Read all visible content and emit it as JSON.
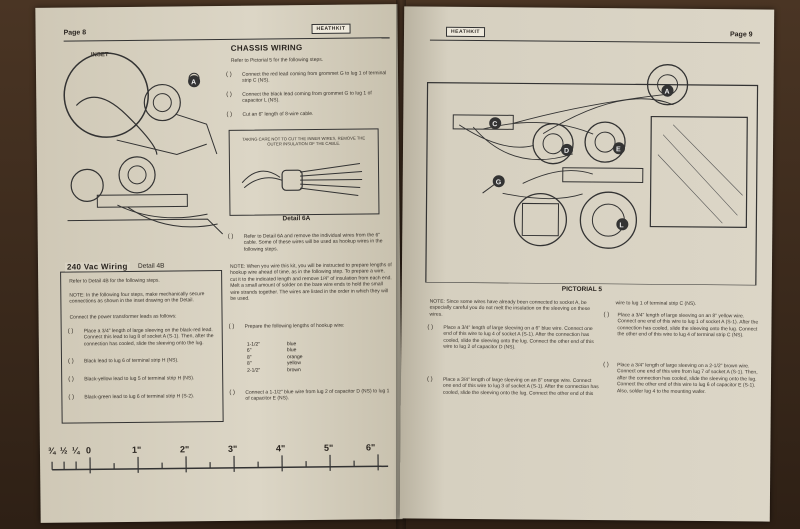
{
  "left_page": {
    "page_number": "Page 8",
    "brand": "HEATHKIT",
    "chassis_heading": "CHASSIS WIRING",
    "intro": "Refer to Pictorial 5 for the following steps.",
    "steps": [
      {
        "mark": "( )",
        "text": "Connect the red lead coming from grommet G to lug 1 of terminal strip C (NS)."
      },
      {
        "mark": "( )",
        "text": "Connect the black lead coming from grommet G to lug 1 of capacitor L (NS)."
      },
      {
        "mark": "( )",
        "text": "Cut an 6\" length of 8-wire cable."
      }
    ],
    "detail_6a_note": "TAKING CARE NOT TO CUT THE INNER WIRES, REMOVE THE OUTER INSULATION OF THE CABLE.",
    "detail_6a_caption": "Detail 6A",
    "detail_4b_caption": "Detail 4B",
    "inset_label": "INSET",
    "steps2": [
      {
        "mark": "( )",
        "text": "Refer to Detail 6A and remove the individual wires from the 6\" cable. Some of these wires will be used as hookup wires in the following steps."
      }
    ],
    "note_hookup": "NOTE: When you wire this kit, you will be instructed to prepare lengths of hookup wire ahead of time, as in the following step. To prepare a wire, cut it to the indicated length and remove 1/4\" of insulation from each end. Melt a small amount of solder on the bare wire ends to hold the small wire strands together. The wires are listed in the order in which they will be used.",
    "prepare_step": {
      "mark": "( )",
      "text": "Prepare the following lengths of hookup wire:"
    },
    "wire_lengths": [
      {
        "length": "1-1/2\"",
        "color": "blue"
      },
      {
        "length": "6\"",
        "color": "blue"
      },
      {
        "length": "8\"",
        "color": "orange"
      },
      {
        "length": "8\"",
        "color": "yellow"
      },
      {
        "length": "2-1/2\"",
        "color": "brown"
      }
    ],
    "final_step": {
      "mark": "( )",
      "text": "Connect a 1-1/2\" blue wire from lug 2 of capacitor D (NS) to lug 1 of capacitor E (NS)."
    },
    "box_240": {
      "title": "240 Vac Wiring",
      "refer": "Refer to Detail 4B for the following steps.",
      "note": "NOTE: In the following four steps, make mechanically secure connections as shown in the inset drawing on the Detail.",
      "connect": "Connect the power transformer leads as follows:",
      "steps": [
        {
          "mark": "( )",
          "text": "Place a 3/4\" length of large sleeving on the black-red lead. Connect this lead to lug 8 of socket A (S-1). Then, after the connection has cooled, slide the sleeving onto the lug."
        },
        {
          "mark": "( )",
          "text": "Black lead to lug 6 of terminal strip H (NS)."
        },
        {
          "mark": "( )",
          "text": "Black-yellow lead to lug 5 of terminal strip H (NS)."
        },
        {
          "mark": "( )",
          "text": "Black-green lead to lug 6 of terminal strip H (S-2)."
        }
      ]
    },
    "ruler_labels": [
      "¾",
      "½",
      "¼",
      "0",
      "1\"",
      "2\"",
      "3\"",
      "4\"",
      "5\"",
      "6\""
    ]
  },
  "right_page": {
    "page_number": "Page 9",
    "brand": "HEATHKIT",
    "pictorial_caption": "PICTORIAL 5",
    "note": "NOTE: Since some wires have already been connected to socket A, be especially careful you do not melt the insulation on the sleeving on these wires.",
    "steps_col1": [
      {
        "mark": "( )",
        "text": "Place a 3/4\" length of large sleeving on a 6\" blue wire. Connect one end of this wire to lug 4 of socket A (S-1). After the connection has cooled, slide the sleeving onto the lug. Connect the other end of this wire to lug 2 of capacitor D (NS)."
      },
      {
        "mark": "( )",
        "text": "Place a 3/4\" length of large sleeving on an 8\" orange wire. Connect one end of this wire to lug 3 of socket A (S-1). After the connection has cooled, slide the sleeving onto the lug. Connect the other end of this"
      }
    ],
    "steps_col2": [
      {
        "mark": "",
        "text": "wire to lug 1 of terminal strip C (NS)."
      },
      {
        "mark": "( )",
        "text": "Place a 3/4\" length of large sleeving on an 8\" yellow wire. Connect one end of this wire to lug 1 of socket A (S-1). After the connection has cooled, slide the sleeving onto the lug. Connect the other end of this wire to lug 4 of terminal strip C (NS)."
      },
      {
        "mark": "( )",
        "text": "Place a 3/4\" length of large sleeving on a 2-1/2\" brown wire. Connect one end of this wire from lug 7 of socket A (S-1). Then, after the connection has cooled, slide the sleeving onto the lug. Connect the other end of this wire to lug 6 of capacitor E (S-1). Also, solder lug 4 to the mounting wafer."
      }
    ],
    "diagram_labels": [
      "A",
      "C",
      "D",
      "E",
      "G",
      "L"
    ]
  }
}
